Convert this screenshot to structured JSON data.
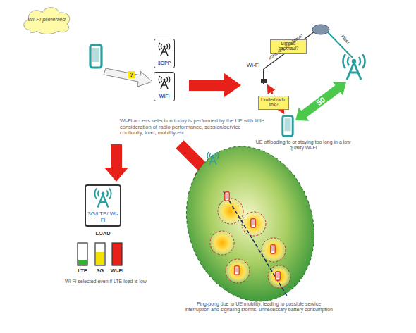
{
  "diagram": {
    "nodes": [
      {
        "text": [
          "Wi-Fi preferred"
        ]
      },
      {
        "text": [
          "3GPP"
        ]
      },
      {
        "text": [
          "WiFi"
        ]
      },
      {
        "text": [
          "Limited backhaul?"
        ]
      },
      {
        "text": [
          "Limited radio link?"
        ]
      },
      {
        "text": [
          "3G/LTE/ Wi-Fi"
        ]
      }
    ],
    "labels": [
      "?",
      "Wi-Fi",
      "xDSL (e.g 10/2 Mbps)",
      "Fiber",
      "50",
      "Wi-Fi access selection today is performed by the UE with little consideration of radio performance, session/service continuity, load, mobility etc.",
      "UE offloading to or staying too long in a low quality Wi-Fi",
      "LOAD",
      "LTE",
      "3G",
      "Wi-Fi",
      "Wi-Fi selected even if LTE load is low",
      "Ping-pong due to UE mobility, leading to possible service interruption and signaling storms, unnecessary battery consumption"
    ]
  }
}
